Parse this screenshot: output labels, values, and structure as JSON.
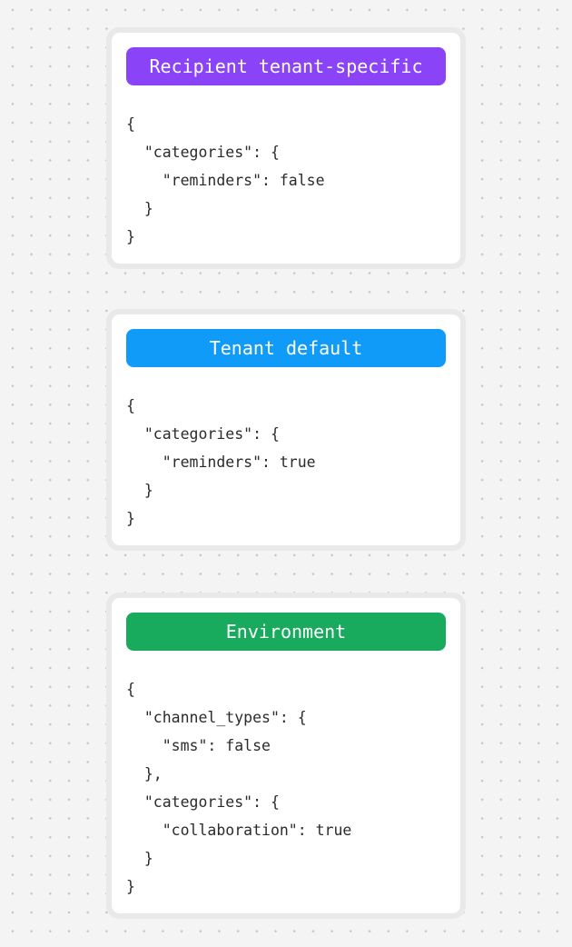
{
  "canvas": {
    "background_color": "#f4f4f5",
    "dot_color": "#c7c7c7",
    "card_ring_color": "#e9e9e9",
    "code_text_color": "#2b2b2b"
  },
  "cards": [
    {
      "badge": {
        "label": "Recipient tenant-specific",
        "color": "#8b43f7"
      },
      "code": "{\n  \"categories\": {\n    \"reminders\": false\n  }\n}"
    },
    {
      "badge": {
        "label": "Tenant default",
        "color": "#109bf8"
      },
      "code": "{\n  \"categories\": {\n    \"reminders\": true\n  }\n}"
    },
    {
      "badge": {
        "label": "Environment",
        "color": "#18aa5d"
      },
      "code": "{\n  \"channel_types\": {\n    \"sms\": false\n  },\n  \"categories\": {\n    \"collaboration\": true\n  }\n}"
    }
  ]
}
